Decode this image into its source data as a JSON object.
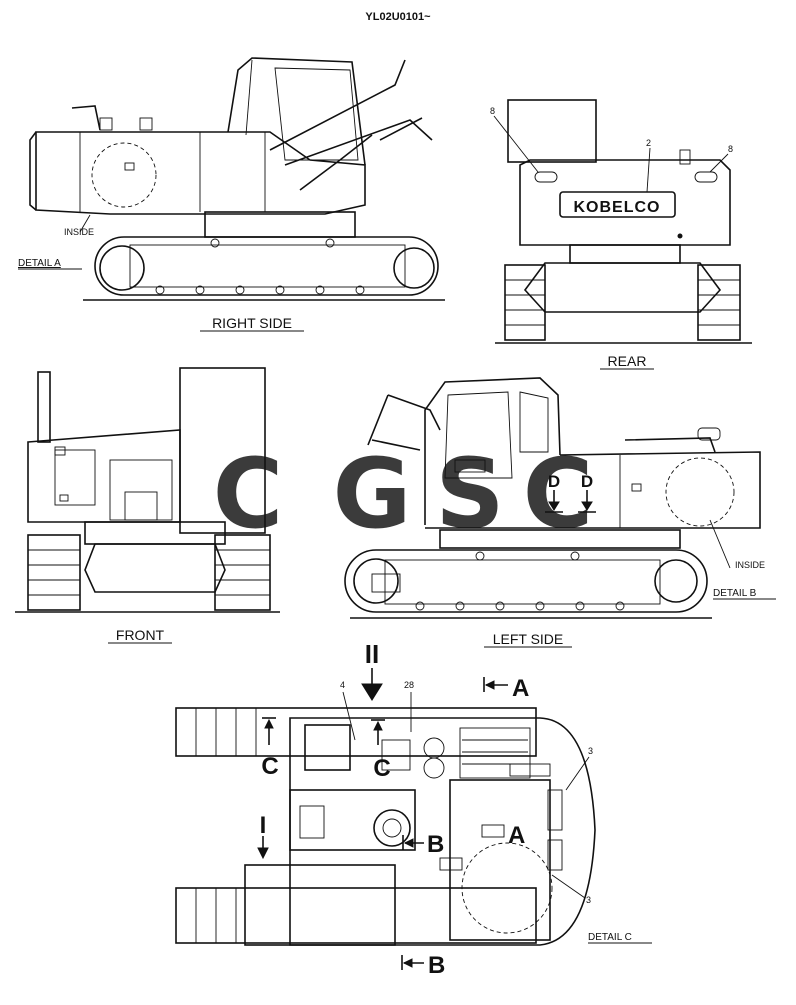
{
  "header": {
    "code": "YL02U0101~"
  },
  "views": {
    "right_side": "RIGHT SIDE",
    "rear": "REAR",
    "front": "FRONT",
    "left_side": "LEFT SIDE"
  },
  "callouts": {
    "detail_a": "DETAIL A",
    "detail_b": "DETAIL B",
    "detail_c": "DETAIL C",
    "inside_right": "INSIDE",
    "inside_left": "INSIDE",
    "brand": "KOBELCO",
    "rear_num_8a": "8",
    "rear_num_2": "2",
    "rear_num_8b": "8",
    "marker_d1": "D",
    "marker_d2": "D",
    "plan_num_4": "4",
    "plan_num_28": "28",
    "plan_num_3a": "3",
    "plan_num_3b": "3",
    "arrow_ii": "II",
    "arrow_i": "I",
    "sect_a_top": "A",
    "sect_a_mid": "A",
    "sect_b_mid": "B",
    "sect_b_bot": "B",
    "sect_c_left": "C",
    "sect_c_mid": "C"
  },
  "watermark": {
    "text": "CGSC",
    "colors": [
      "#4f8ef5",
      "#f06a5f",
      "#f4c430",
      "#34a853"
    ]
  }
}
